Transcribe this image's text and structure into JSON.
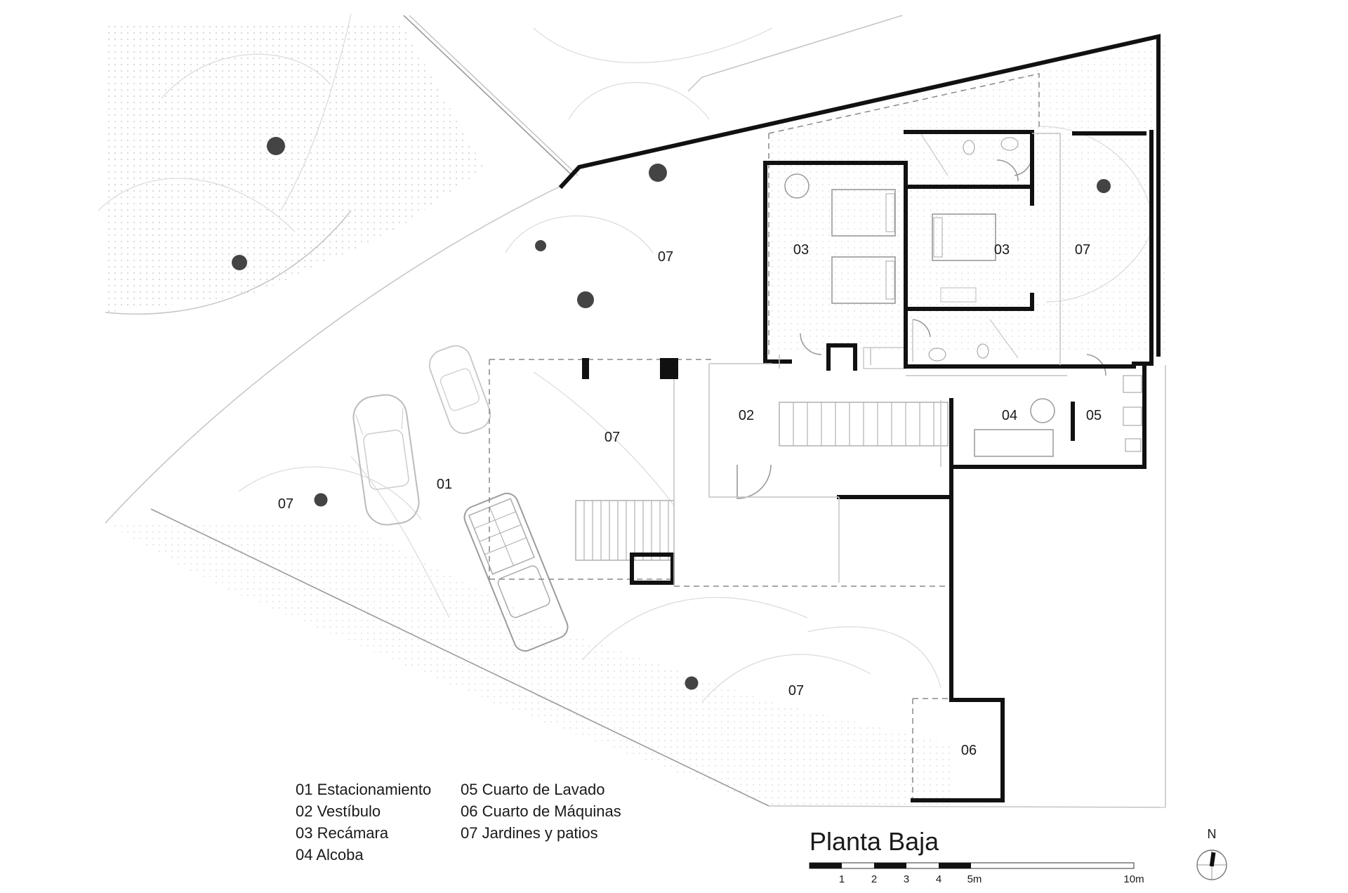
{
  "plan": {
    "title": "Planta Baja",
    "rooms": [
      {
        "code": "07"
      },
      {
        "code": "03"
      },
      {
        "code": "03"
      },
      {
        "code": "07"
      },
      {
        "code": "02"
      },
      {
        "code": "07"
      },
      {
        "code": "04"
      },
      {
        "code": "05"
      },
      {
        "code": "01"
      },
      {
        "code": "07"
      },
      {
        "code": "07"
      },
      {
        "code": "06"
      }
    ],
    "legend": [
      "01 Estacionamiento",
      "02 Vestíbulo",
      "03 Recámara",
      "04 Alcoba",
      "05 Cuarto de Lavado",
      "06 Cuarto de Máquinas",
      "07 Jardines y patios"
    ],
    "scale": {
      "labels": [
        "1",
        "2",
        "3",
        "4",
        "5m",
        "10m"
      ]
    },
    "north": {
      "label": "N"
    }
  },
  "colors": {
    "wall": "#111111",
    "linework": "#c4c4c4",
    "tree": "#444444",
    "background": "#ffffff"
  }
}
